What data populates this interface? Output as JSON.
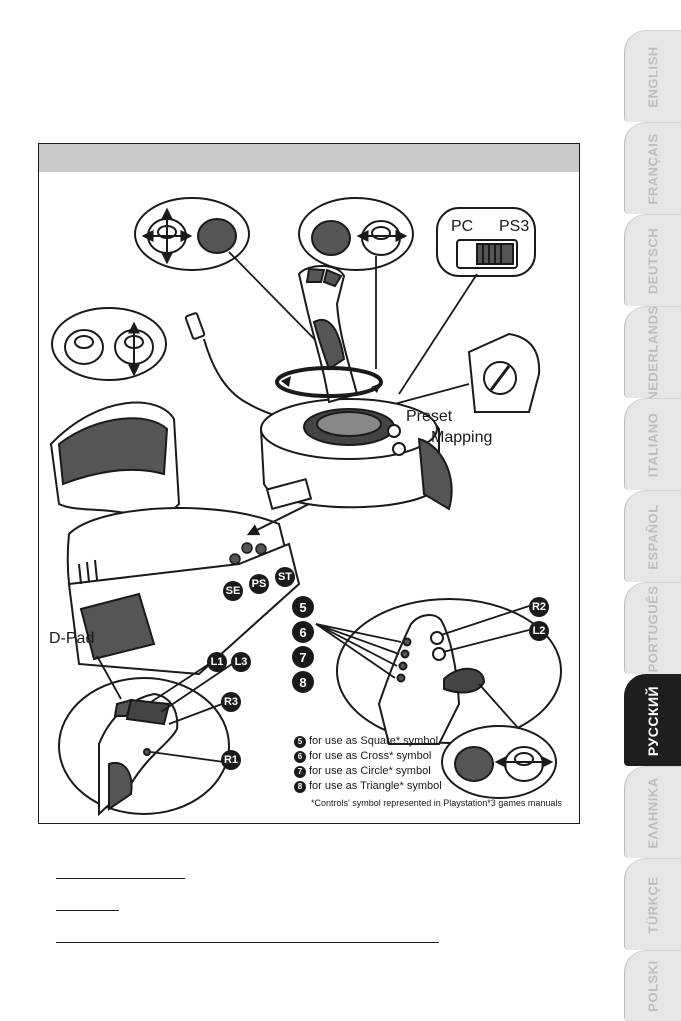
{
  "diagram": {
    "labels": {
      "pc": "PC",
      "ps3": "PS3",
      "preset": "Preset",
      "mapping": "Mapping",
      "dpad": "D-Pad"
    },
    "buttons": {
      "se": "SE",
      "ps": "PS",
      "st": "ST",
      "l1": "L1",
      "l3": "L3",
      "r3": "R3",
      "r1": "R1",
      "r2": "R2",
      "l2": "L2"
    },
    "numbers": [
      "5",
      "6",
      "7",
      "8"
    ],
    "legend": [
      {
        "num": "5",
        "text": "for use as Square* symbol"
      },
      {
        "num": "6",
        "text": "for use as Cross* symbol"
      },
      {
        "num": "7",
        "text": "for use as Circle* symbol"
      },
      {
        "num": "8",
        "text": "for use as Triangle* symbol"
      }
    ],
    "footnote": "*Controls' symbol represented in Playstation*3 games manuals"
  },
  "language_tabs": [
    "ENGLISH",
    "FRANÇAIS",
    "DEUTSCH",
    "NEDERLANDS",
    "ITALIANO",
    "ESPAÑOL",
    "PORTUGUÊS",
    "РУССКИЙ",
    "ΕΛΛΗΝΙΚΑ",
    "TÜRKÇE",
    "POLSKI"
  ],
  "active_tab": "РУССКИЙ",
  "colors": {
    "tab_bg": "#e6e6e6",
    "tab_text": "#bdbdbd",
    "active_tab_bg": "#1e1e1e",
    "header_bar": "#c9c9c9",
    "accent_fill": "#555555"
  }
}
